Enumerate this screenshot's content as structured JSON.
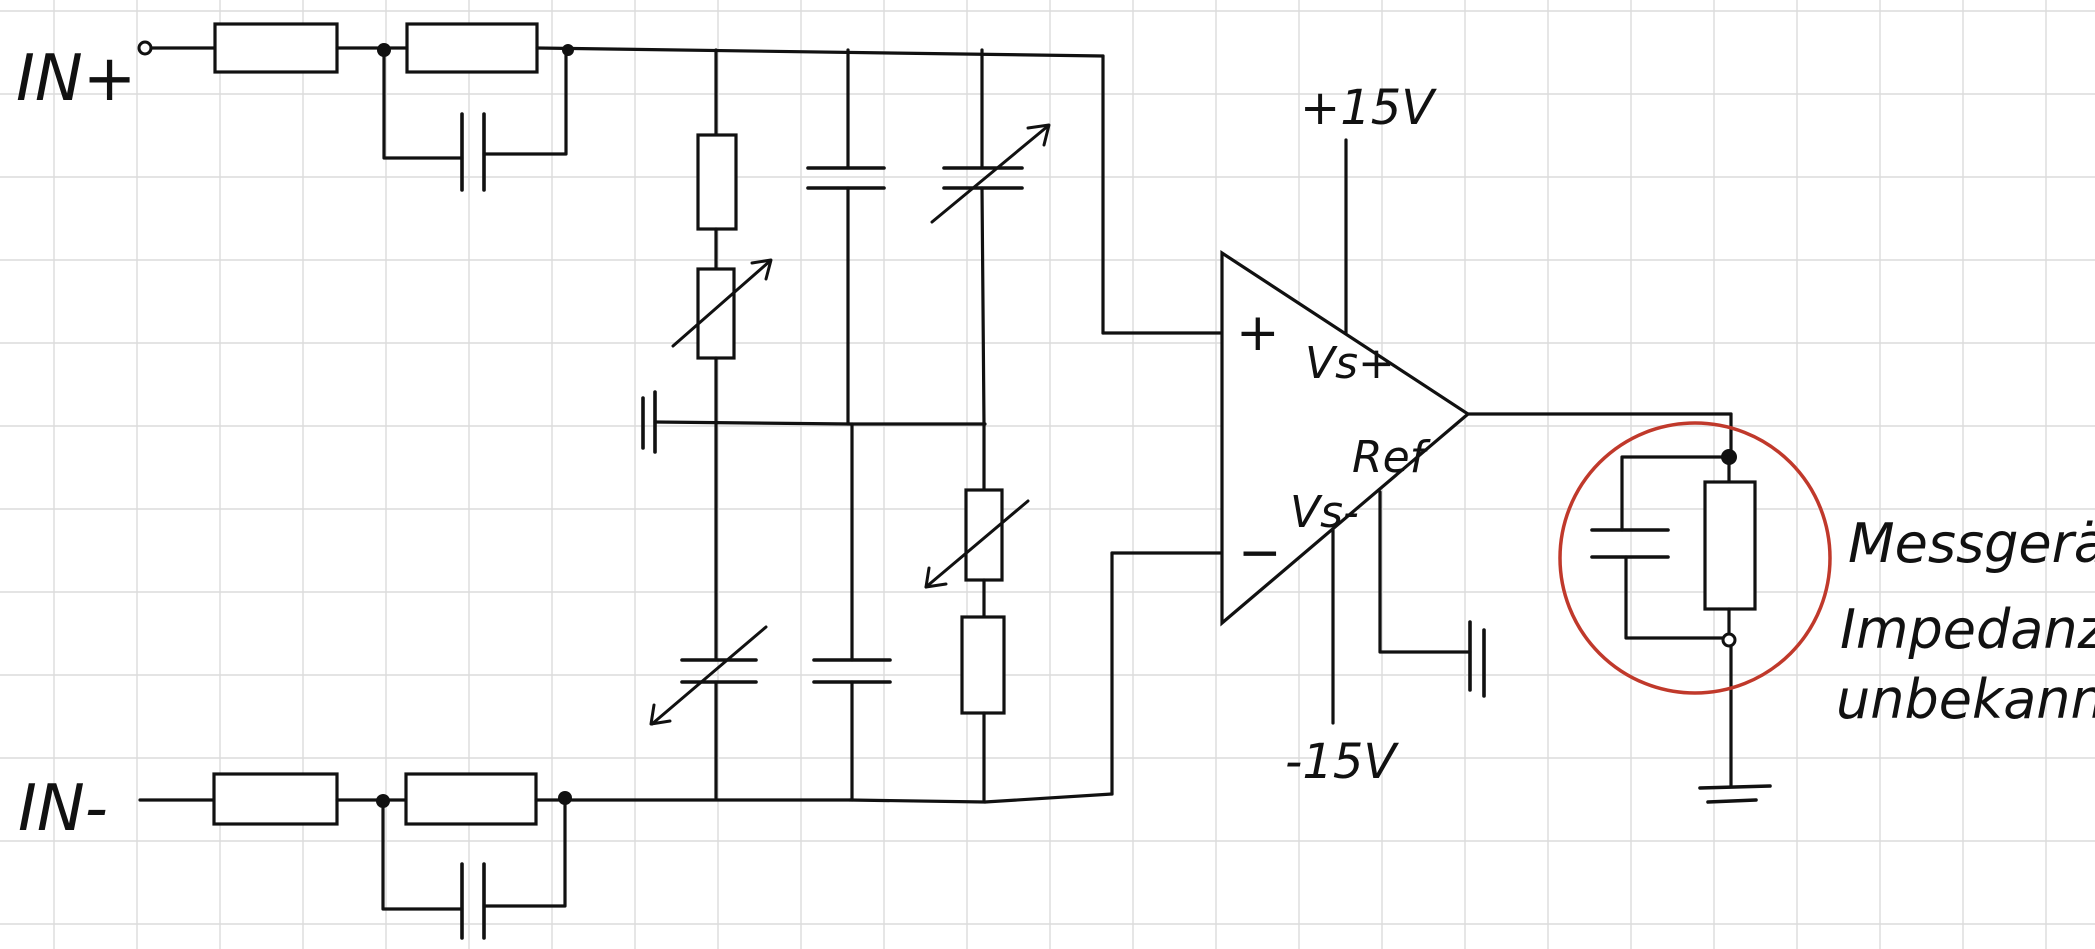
{
  "labels": {
    "in_plus": "IN+",
    "in_minus": "IN-",
    "opamp_plus": "+",
    "opamp_minus": "−",
    "vs_plus": "Vs+",
    "vs_minus": "Vs-",
    "ref": "Ref",
    "supply_pos": "+15V",
    "supply_neg": "-15V"
  },
  "annotation": {
    "line1": "Messgerät",
    "line2": "Impedanz",
    "line3": "unbekannt"
  },
  "colors": {
    "ink": "#111111",
    "grid": "#dcdcdc",
    "highlight_circle": "#c0392b"
  }
}
